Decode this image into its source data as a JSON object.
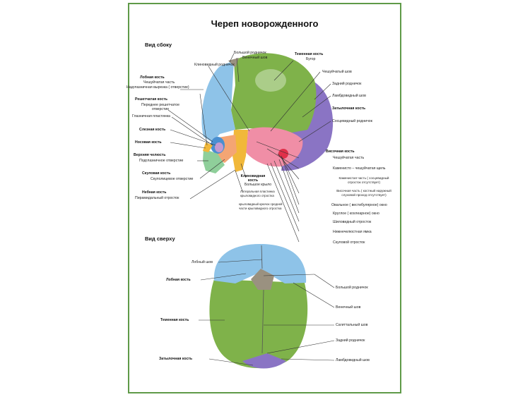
{
  "title": "Череп новорожденного",
  "colors": {
    "border": "#5f9a48",
    "parietal": "#7fb24a",
    "frontal": "#8ec3e8",
    "occipital": "#8a74c4",
    "temporal": "#f08ea6",
    "sphenoid": "#f1b83a",
    "maxilla": "#8fcf9a",
    "zygomatic": "#f4a574",
    "fontanelle": "#9a9180"
  },
  "side_view": {
    "heading": "Вид сбоку",
    "labels": {
      "big_fontanelle": "Большой родничок",
      "coronal_suture": "Венечный шов",
      "sphenoid_fontanelle": "Клиновидный родничок",
      "parietal_bone": "Теменная кость",
      "tuber": "Бугор",
      "squamous_suture": "Чешуйчатый шов",
      "posterior_fontanelle": "Задний родничок",
      "lambdoid_suture": "Ламбдовидный шов",
      "occipital_bone": "Затылочная кость",
      "mastoid_fontanelle": "Сосцевидный родничок",
      "frontal_bone": "Лобная кость",
      "frontal_squama": "Чешуйчатая часть",
      "supraorbital_notch": "Надглазничная вырезка ( отверстие)",
      "ethmoid_bone": "Решетчатая кость",
      "anterior_ethmoid_foramen_1": "Переднее решетчатое",
      "anterior_ethmoid_foramen_2": "отверстие",
      "orbital_plate": "Глазничная пластинка",
      "lacrimal_bone": "Слезная кость",
      "nasal_bone": "Носовая кость",
      "maxilla": "Верхняя челюсть",
      "infraorbital_foramen": "Подглазничное отверстие",
      "zygomatic_bone": "Скуловая кость",
      "zygomaticofacial_foramen": "Скулолицевое отверстие",
      "palatine_bone": "Небная кость",
      "pyramidal_process": "Пирамидальный отросток",
      "sphenoid_bone_1": "Клиновидная",
      "sphenoid_bone_2": "кость",
      "greater_wing": "Большое крыло",
      "lateral_plate_1": "Латеральная пластинка",
      "lateral_plate_2": "крыловидного отростка",
      "pterygoid_hamulus_1": "крыловидный крючок средней",
      "pterygoid_hamulus_2": "части крыловидного отростка",
      "temporal_bone": "Височная кость",
      "temporal_squama": "Чешуйчатая часть",
      "petrosquamous_fissure": "Каменисто – чешуйчатая щель",
      "petrous_part_1": "Каменистая часть ( сосцевидный",
      "petrous_part_2": "отросток отсутствует)",
      "tympanic_part_1": "Височная часть ( костный наружный",
      "tympanic_part_2": "слуховой проход отсутствует)",
      "oval_window": "Овальное ( вестибулярное) окно",
      "round_window": "Круглое ( кохлеарное) окно",
      "styloid_process": "Шиловидный отросток",
      "mandibular_fossa": "Нижнечелюстная ямка",
      "zygomatic_process": "Скуловой отросток"
    }
  },
  "top_view": {
    "heading": "Вид сверху",
    "labels": {
      "frontal_suture": "Лобный шов",
      "frontal_bone": "Лобная кость",
      "parietal_bone": "Теменная кость",
      "occipital_bone": "Затылочная кость",
      "big_fontanelle": "Большой родничок",
      "coronal_suture": "Венечный шов",
      "sagittal_suture": "Сагиттальный шов",
      "posterior_fontanelle": "Задний родничок",
      "lambdoid_suture": "Ламбдовидный шов"
    }
  }
}
